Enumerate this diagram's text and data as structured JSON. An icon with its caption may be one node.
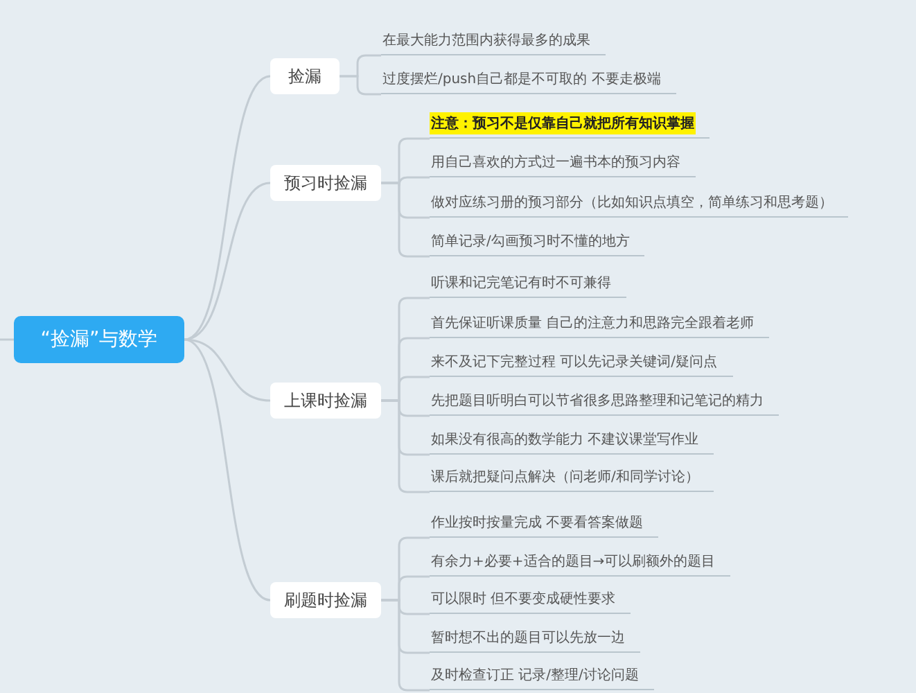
{
  "diagram": {
    "nodes": [
      {
        "text": [
          "“捡漏”与数学"
        ]
      },
      {
        "text": [
          "捡漏"
        ]
      },
      {
        "text": [
          "在最大能力范围内获得最多的成果"
        ]
      },
      {
        "text": [
          "过度摆烂/push自己都是不可取的 不要走极端"
        ]
      },
      {
        "text": [
          "预习时捡漏"
        ]
      },
      {
        "text": [
          "注意：预习不是仅靠自己就把所有知识掌握"
        ]
      },
      {
        "text": [
          "用自己喜欢的方式过一遍书本的预习内容"
        ]
      },
      {
        "text": [
          "做对应练习册的预习部分（比如知识点填空，简单练习和思考题）"
        ]
      },
      {
        "text": [
          "简单记录/勾画预习时不懂的地方"
        ]
      },
      {
        "text": [
          "上课时捡漏"
        ]
      },
      {
        "text": [
          "听课和记完笔记有时不可兼得"
        ]
      },
      {
        "text": [
          "首先保证听课质量 自己的注意力和思路完全跟着老师"
        ]
      },
      {
        "text": [
          "来不及记下完整过程 可以先记录关键词/疑问点"
        ]
      },
      {
        "text": [
          "先把题目听明白可以节省很多思路整理和记笔记的精力"
        ]
      },
      {
        "text": [
          "如果没有很高的数学能力 不建议课堂写作业"
        ]
      },
      {
        "text": [
          "课后就把疑问点解决（问老师/和同学讨论）"
        ]
      },
      {
        "text": [
          "刷题时捡漏"
        ]
      },
      {
        "text": [
          "作业按时按量完成 不要看答案做题"
        ]
      },
      {
        "text": [
          "有余力+必要+适合的题目→可以刷额外的题目"
        ]
      },
      {
        "text": [
          "可以限时 但不要变成硬性要求"
        ]
      },
      {
        "text": [
          "暂时想不出的题目可以先放一边"
        ]
      },
      {
        "text": [
          "及时检查订正 记录/整理/讨论问题"
        ]
      }
    ],
    "edges": [
      {
        "from": 0,
        "to": 1,
        "arrow": "none"
      },
      {
        "from": 0,
        "to": 4,
        "arrow": "none"
      },
      {
        "from": 0,
        "to": 9,
        "arrow": "none"
      },
      {
        "from": 0,
        "to": 16,
        "arrow": "none"
      },
      {
        "from": 1,
        "to": 2,
        "arrow": "none"
      },
      {
        "from": 1,
        "to": 3,
        "arrow": "none"
      },
      {
        "from": 4,
        "to": 5,
        "arrow": "none"
      },
      {
        "from": 4,
        "to": 6,
        "arrow": "none"
      },
      {
        "from": 4,
        "to": 7,
        "arrow": "none"
      },
      {
        "from": 4,
        "to": 8,
        "arrow": "none"
      },
      {
        "from": 9,
        "to": 10,
        "arrow": "none"
      },
      {
        "from": 9,
        "to": 11,
        "arrow": "none"
      },
      {
        "from": 9,
        "to": 12,
        "arrow": "none"
      },
      {
        "from": 9,
        "to": 13,
        "arrow": "none"
      },
      {
        "from": 9,
        "to": 14,
        "arrow": "none"
      },
      {
        "from": 9,
        "to": 15,
        "arrow": "none"
      },
      {
        "from": 16,
        "to": 17,
        "arrow": "none"
      },
      {
        "from": 16,
        "to": 18,
        "arrow": "none"
      },
      {
        "from": 16,
        "to": 19,
        "arrow": "none"
      },
      {
        "from": 16,
        "to": 20,
        "arrow": "none"
      },
      {
        "from": 16,
        "to": 21,
        "arrow": "none"
      }
    ]
  }
}
